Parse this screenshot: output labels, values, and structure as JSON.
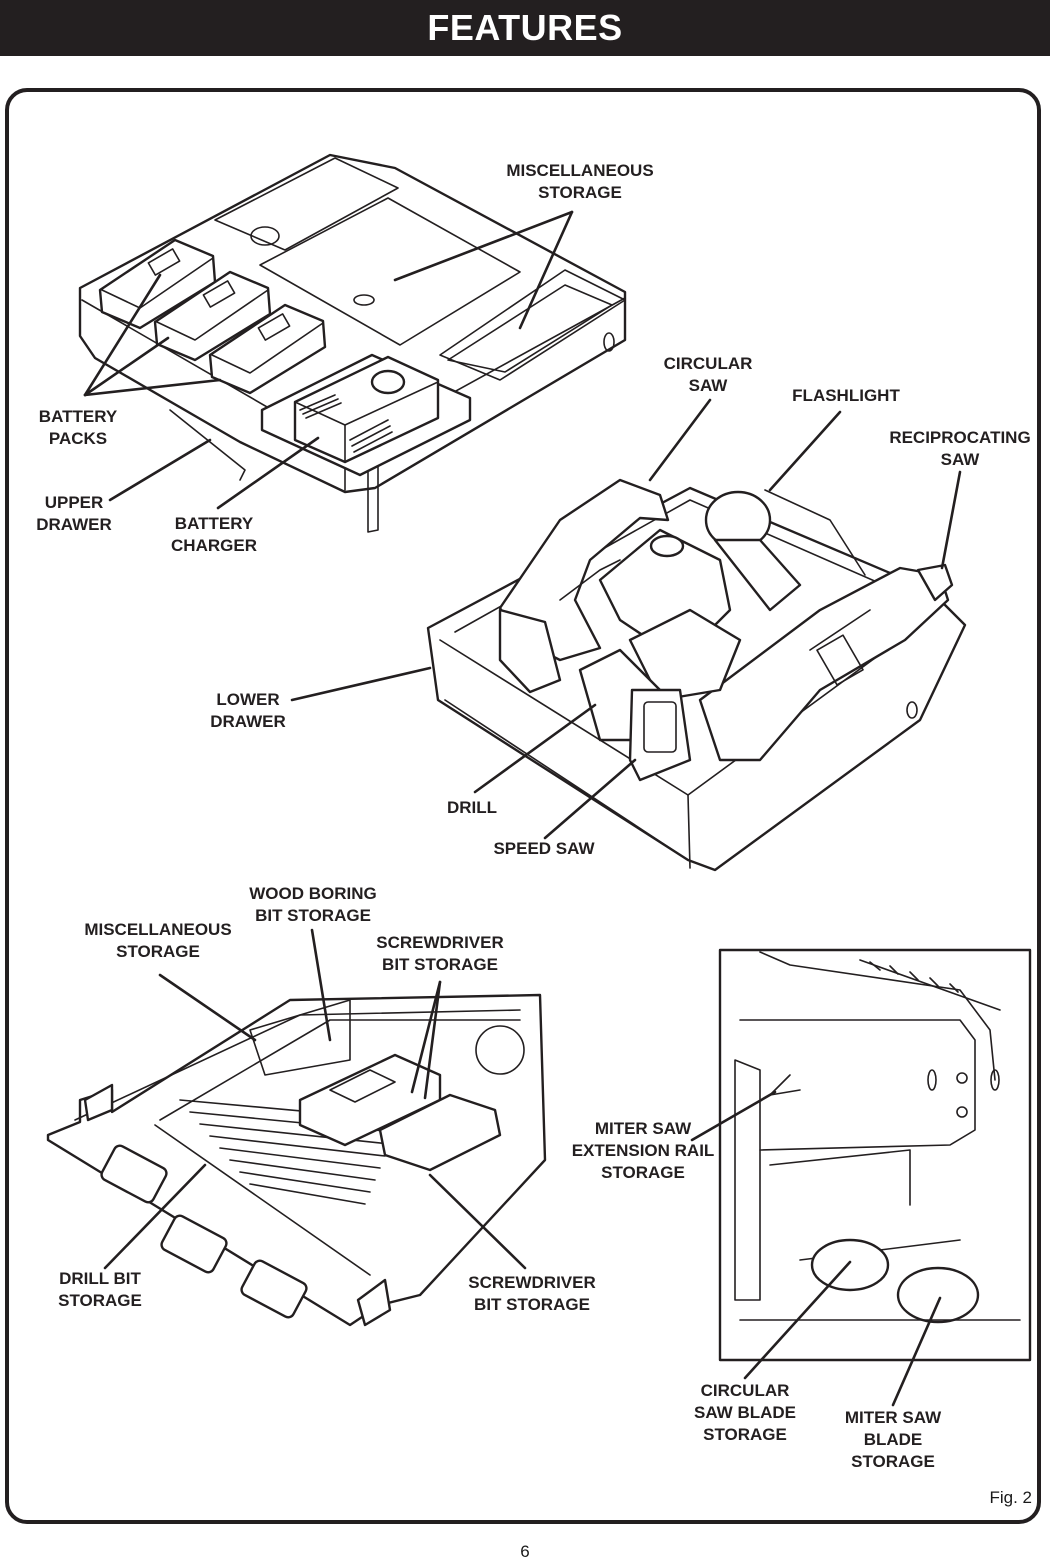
{
  "header": {
    "title": "FEATURES"
  },
  "labels": {
    "misc_storage_top": "MISCELLANEOUS\nSTORAGE",
    "battery_packs": "BATTERY\nPACKS",
    "upper_drawer": "UPPER\nDRAWER",
    "battery_charger": "BATTERY\nCHARGER",
    "circular_saw": "CIRCULAR\nSAW",
    "flashlight": "FLASHLIGHT",
    "reciprocating_saw": "RECIPROCATING\nSAW",
    "lower_drawer": "LOWER\nDRAWER",
    "drill": "DRILL",
    "speed_saw": "SPEED SAW",
    "wood_boring_bit_storage": "WOOD BORING\nBIT STORAGE",
    "misc_storage_bottom": "MISCELLANEOUS\nSTORAGE",
    "screwdriver_bit_storage_top": "SCREWDRIVER\nBIT STORAGE",
    "drill_bit_storage": "DRILL BIT\nSTORAGE",
    "screwdriver_bit_storage_bottom": "SCREWDRIVER\nBIT STORAGE",
    "miter_saw_extension_rail_storage": "MITER SAW\nEXTENSION RAIL\nSTORAGE",
    "circular_saw_blade_storage": "CIRCULAR\nSAW BLADE\nSTORAGE",
    "miter_saw_blade_storage": "MITER SAW\nBLADE\nSTORAGE"
  },
  "figure_label": "Fig. 2",
  "page_number": "6"
}
